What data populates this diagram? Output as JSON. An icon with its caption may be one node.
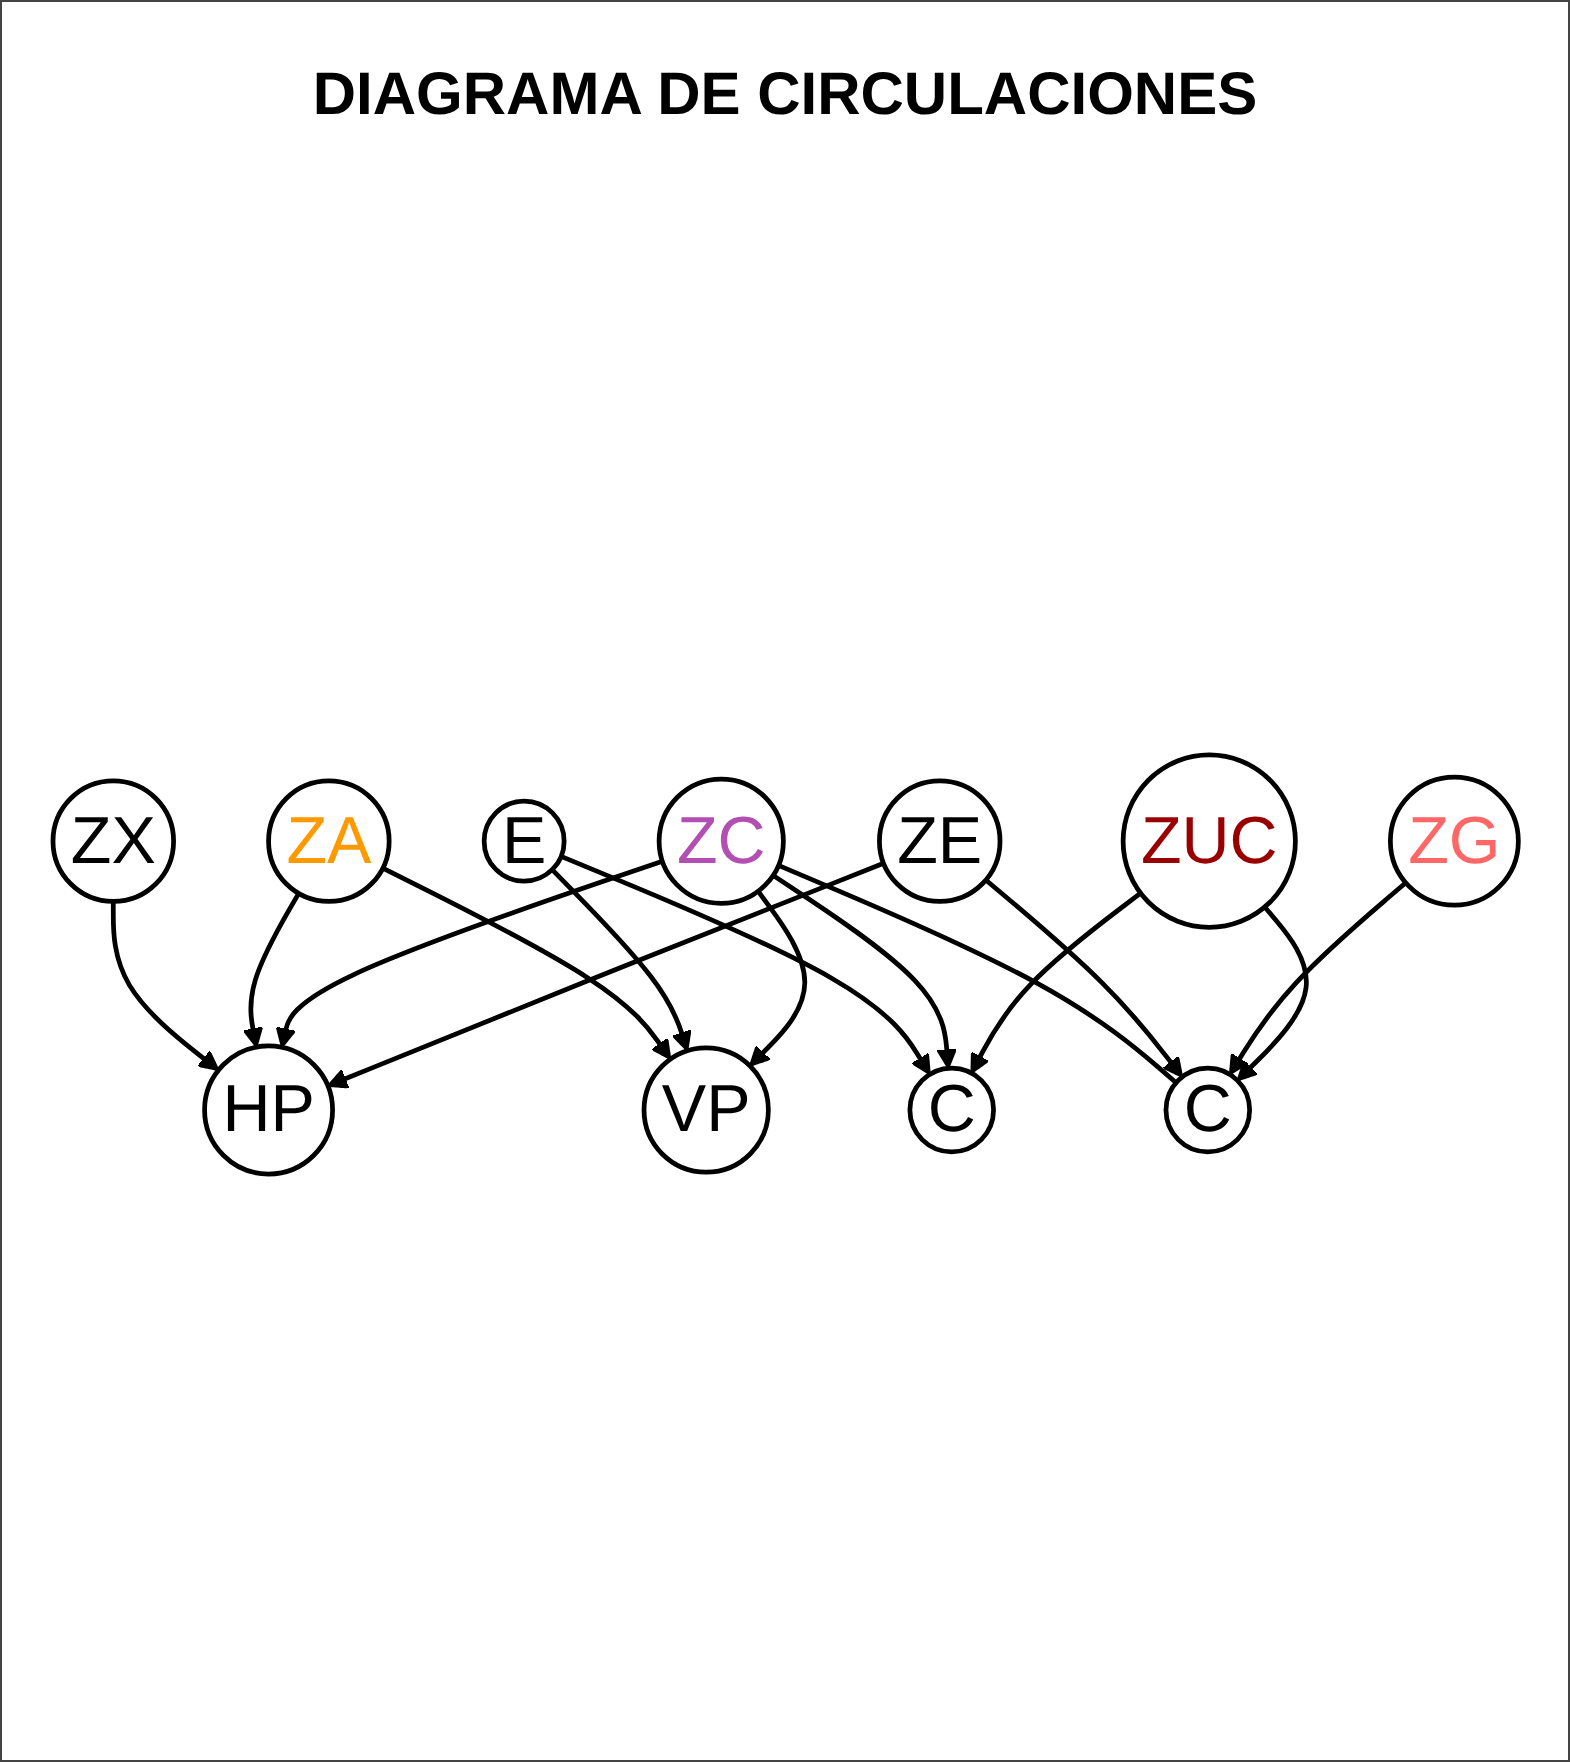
{
  "diagram": {
    "title": "DIAGRAMA DE CIRCULACIONES",
    "nodes": [
      {
        "text": [
          "ZX"
        ]
      },
      {
        "text": [
          "ZA"
        ]
      },
      {
        "text": [
          "VP"
        ]
      },
      {
        "text": [
          "E"
        ]
      },
      {
        "text": [
          "HP"
        ]
      },
      {
        "text": [
          "ZC"
        ]
      },
      {
        "text": [
          "C"
        ]
      },
      {
        "text": [
          "C"
        ]
      },
      {
        "text": [
          "ZE"
        ]
      },
      {
        "text": [
          "ZUC"
        ]
      },
      {
        "text": [
          "ZG"
        ]
      }
    ],
    "edges": [
      {
        "from": 1,
        "to": 2,
        "arrow": "to"
      },
      {
        "from": 3,
        "to": 2,
        "arrow": "to"
      },
      {
        "from": 0,
        "to": 4,
        "arrow": "to"
      },
      {
        "from": 1,
        "to": 4,
        "arrow": "to"
      },
      {
        "from": 3,
        "to": 6,
        "arrow": "to"
      },
      {
        "from": 5,
        "to": 2,
        "arrow": "to"
      },
      {
        "from": 5,
        "to": 4,
        "arrow": "to"
      },
      {
        "from": 5,
        "to": 6,
        "arrow": "to"
      },
      {
        "from": 5,
        "to": 7,
        "arrow": "none"
      },
      {
        "from": 8,
        "to": 4,
        "arrow": "to"
      },
      {
        "from": 8,
        "to": 7,
        "arrow": "to"
      },
      {
        "from": 10,
        "to": 7,
        "arrow": "to"
      },
      {
        "from": 9,
        "to": 7,
        "arrow": "to"
      },
      {
        "from": 9,
        "to": 6,
        "arrow": "to"
      }
    ]
  }
}
